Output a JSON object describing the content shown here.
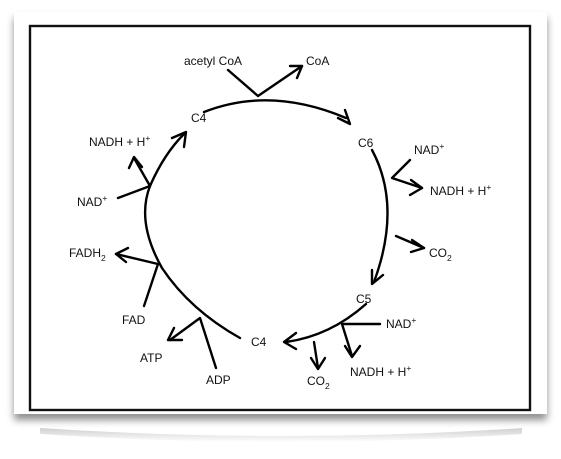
{
  "diagram": {
    "labels": {
      "acetyl_coa": "acetyl CoA",
      "coa_out": "CoA",
      "c6": "C6",
      "nad_c6": "NAD",
      "nad_c6_sup": "+",
      "nadh_c6": "NADH + H",
      "nadh_c6_sup": "+",
      "co2_top": "CO",
      "co2_top_sub": "2",
      "c5": "C5",
      "nad_c5": "NAD",
      "nad_c5_sup": "+",
      "nadh_c5": "NADH + H",
      "nadh_c5_sup": "+",
      "co2_bottom": "CO",
      "co2_bottom_sub": "2",
      "c4_bottom": "C4",
      "adp": "ADP",
      "atp": "ATP",
      "fad": "FAD",
      "fadh2": "FADH",
      "fadh2_sub": "2",
      "nad_left": "NAD",
      "nad_left_sup": "+",
      "nadh_left": "NADH + H",
      "nadh_left_sup": "+",
      "c4_top": "C4"
    }
  }
}
